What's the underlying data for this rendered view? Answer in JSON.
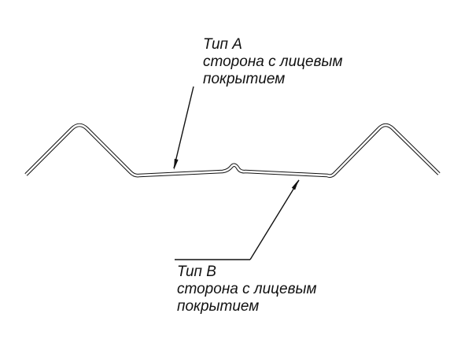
{
  "diagram": {
    "kind": "sheet-profile-cross-section",
    "background": "#ffffff",
    "line_color": "#111111",
    "callout_a": {
      "title": "Тип А",
      "line1": "сторона с лицевым",
      "line2": "покрытием"
    },
    "callout_b": {
      "title": "Тип В",
      "line1": "сторона с лицевым",
      "line2": "покрытием"
    }
  }
}
